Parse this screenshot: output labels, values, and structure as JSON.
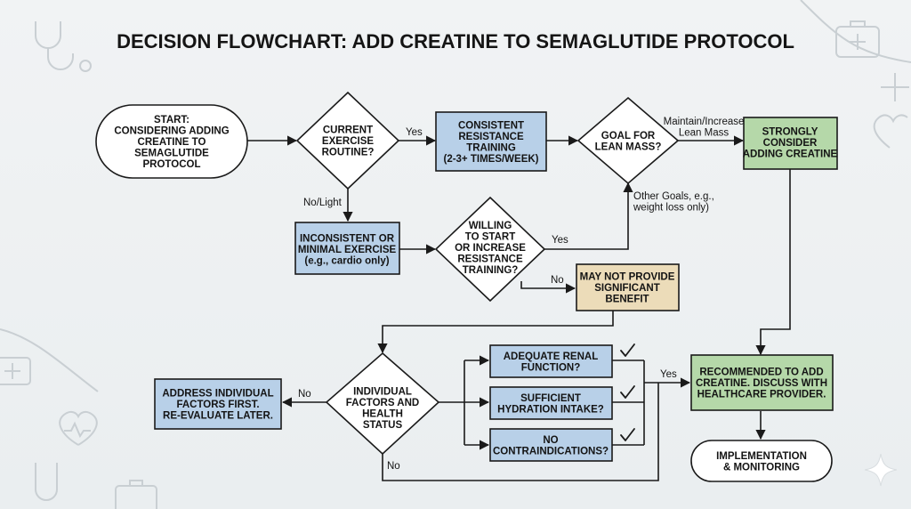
{
  "title": "DECISION FLOWCHART: ADD CREATINE TO SEMAGLUTIDE PROTOCOL",
  "colors": {
    "blue": "#b8d0e8",
    "green": "#b5d8a9",
    "tan": "#ecdcb9",
    "white": "#ffffff",
    "line": "#1a1a1a"
  },
  "nodes": {
    "start": {
      "lines": [
        "START:",
        "CONSIDERING ADDING",
        "CREATINE TO",
        "SEMAGLUTIDE",
        "PROTOCOL"
      ]
    },
    "exercise_routine": {
      "lines": [
        "CURRENT",
        "EXERCISE",
        "ROUTINE?"
      ]
    },
    "consistent_training": {
      "lines": [
        "CONSISTENT",
        "RESISTANCE",
        "TRAINING",
        "(2-3+ TIMES/WEEK)"
      ]
    },
    "goal_lean_mass": {
      "lines": [
        "GOAL FOR",
        "LEAN MASS?"
      ]
    },
    "strongly_consider": {
      "lines": [
        "STRONGLY",
        "CONSIDER",
        "ADDING CREATINE"
      ]
    },
    "inconsistent_exercise": {
      "lines": [
        "INCONSISTENT OR",
        "MINIMAL EXERCISE",
        "(e.g., cardio only)"
      ]
    },
    "willing_training": {
      "lines": [
        "WILLING",
        "TO START",
        "OR INCREASE",
        "RESISTANCE",
        "TRAINING?"
      ]
    },
    "may_not_benefit": {
      "lines": [
        "MAY NOT PROVIDE",
        "SIGNIFICANT",
        "BENEFIT"
      ]
    },
    "individual_factors": {
      "lines": [
        "INDIVIDUAL",
        "FACTORS AND",
        "HEALTH",
        "STATUS"
      ]
    },
    "address_factors": {
      "lines": [
        "ADDRESS INDIVIDUAL",
        "FACTORS FIRST.",
        "RE-EVALUATE LATER."
      ]
    },
    "renal_function": {
      "lines": [
        "ADEQUATE RENAL",
        "FUNCTION?"
      ]
    },
    "hydration": {
      "lines": [
        "SUFFICIENT",
        "HYDRATION INTAKE?"
      ]
    },
    "contraindications": {
      "lines": [
        "NO",
        "CONTRAINDICATIONS?"
      ]
    },
    "recommended": {
      "lines": [
        "RECOMMENDED TO ADD",
        "CREATINE. DISCUSS WITH",
        "HEALTHCARE PROVIDER."
      ]
    },
    "implementation": {
      "lines": [
        "IMPLEMENTATION",
        "& MONITORING"
      ]
    }
  },
  "edge_labels": {
    "yes_consistent": "Yes",
    "no_light": "No/Light",
    "maintain_increase": [
      "Maintain/Increase",
      "Lean Mass"
    ],
    "other_goals": [
      "Other Goals, e.g.,",
      "weight loss only)"
    ],
    "yes_willing": "Yes",
    "no_willing": "No",
    "no_factors": "No",
    "no_bottom": "No",
    "yes_checks": "Yes"
  },
  "icons": {
    "stethoscope": "stethoscope-icon",
    "medical_kit": "medical-kit-icon",
    "plus": "plus-icon",
    "heart_pulse": "heart-pulse-icon",
    "checkmark": "checkmark-icon",
    "sparkle": "sparkle-icon"
  }
}
